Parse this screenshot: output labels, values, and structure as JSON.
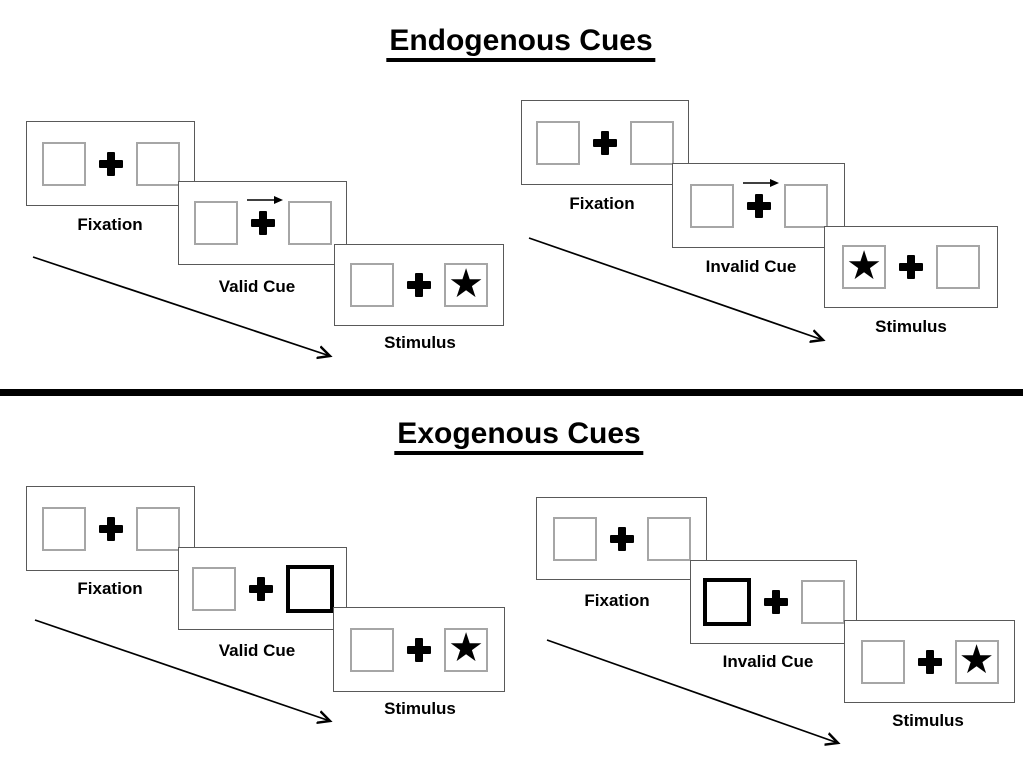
{
  "titles": {
    "endogenous": "Endogenous Cues",
    "exogenous": "Exogenous Cues"
  },
  "icons": {
    "star": "★",
    "fixation_cross": "plus-cross",
    "cue_arrow": "right-arrow"
  },
  "colors": {
    "background": "#ffffff",
    "panel_border": "#595959",
    "square_border": "#a6a6a6",
    "cue_highlight_border": "#000000",
    "divider": "#000000",
    "text": "#000000"
  },
  "endogenous": {
    "valid": {
      "fixation": "Fixation",
      "cue": "Valid Cue",
      "stimulus": "Stimulus"
    },
    "invalid": {
      "fixation": "Fixation",
      "cue": "Invalid Cue",
      "stimulus": "Stimulus"
    }
  },
  "exogenous": {
    "valid": {
      "fixation": "Fixation",
      "cue": "Valid Cue",
      "stimulus": "Stimulus"
    },
    "invalid": {
      "fixation": "Fixation",
      "cue": "Invalid Cue",
      "stimulus": "Stimulus"
    }
  }
}
